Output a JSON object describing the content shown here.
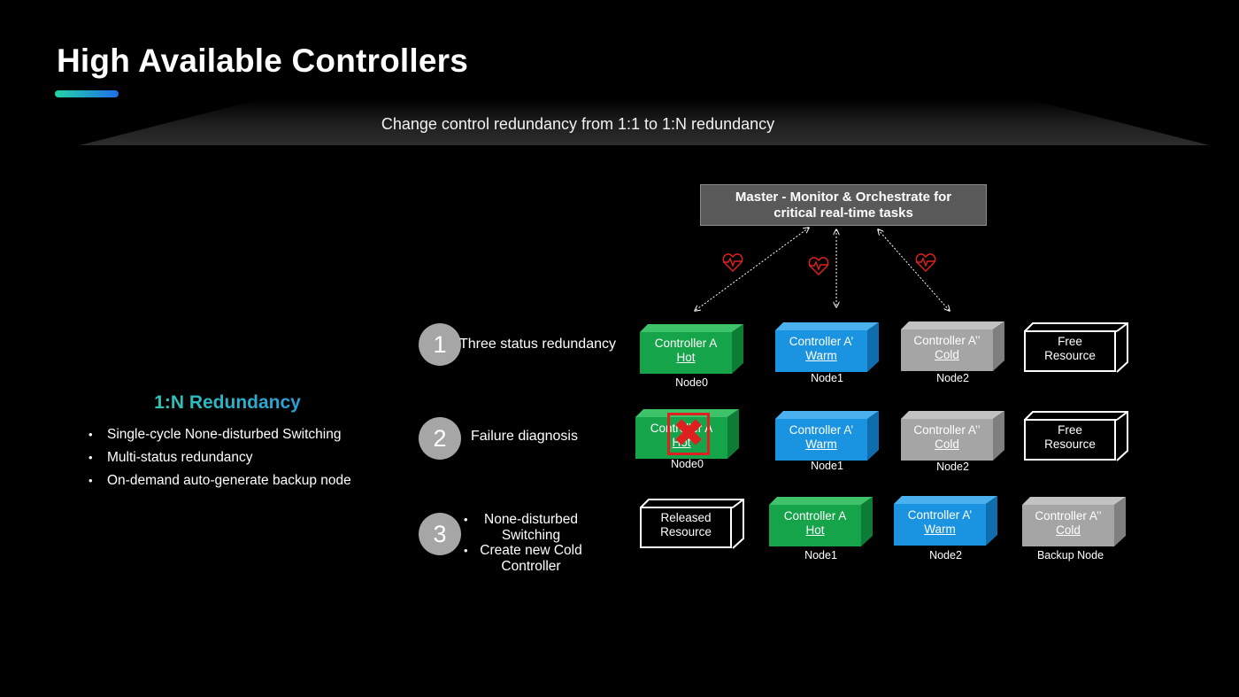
{
  "slide": {
    "title": "High Available Controllers",
    "subtitle": "Change control redundancy from 1:1 to 1:N redundancy"
  },
  "left_panel": {
    "heading": "1:N Redundancy",
    "bullets": [
      "Single-cycle None-disturbed Switching",
      "Multi-status redundancy",
      "On-demand auto-generate backup node"
    ]
  },
  "master": {
    "line1": "Master - Monitor & Orchestrate for",
    "line2": "critical real-time tasks"
  },
  "steps": [
    {
      "number": "1",
      "label": "Three status redundancy"
    },
    {
      "number": "2",
      "label": "Failure diagnosis"
    },
    {
      "number": "3",
      "items": [
        "None-disturbed Switching",
        "Create new Cold Controller"
      ]
    }
  ],
  "rows": [
    {
      "boxes": [
        {
          "line1": "Controller A",
          "line2": "Hot",
          "color": "#16a44a",
          "node": "Node0"
        },
        {
          "line1": "Controller A’",
          "line2": "Warm",
          "color": "#1a93e0",
          "node": "Node1"
        },
        {
          "line1": "Controller A’’",
          "line2": "Cold",
          "color": "#a5a5a5",
          "node": "Node2"
        },
        {
          "line1": "Free",
          "line2": "Resource",
          "color": "#000000",
          "node": ""
        }
      ]
    },
    {
      "boxes": [
        {
          "line1": "Controller A",
          "line2": "Hot",
          "color": "#16a44a",
          "node": "Node0"
        },
        {
          "line1": "Controller A’",
          "line2": "Warm",
          "color": "#1a93e0",
          "node": "Node1"
        },
        {
          "line1": "Controller A’’",
          "line2": "Cold",
          "color": "#a5a5a5",
          "node": "Node2"
        },
        {
          "line1": "Free",
          "line2": "Resource",
          "color": "#000000",
          "node": ""
        }
      ]
    },
    {
      "boxes": [
        {
          "line1": "Released",
          "line2": "Resource",
          "color": "#000000",
          "node": ""
        },
        {
          "line1": "Controller A",
          "line2": "Hot",
          "color": "#16a44a",
          "node": "Node1"
        },
        {
          "line1": "Controller A’",
          "line2": "Warm",
          "color": "#1a93e0",
          "node": "Node2"
        },
        {
          "line1": "Controller A’’",
          "line2": "Cold",
          "color": "#a5a5a5",
          "node": "Backup Node"
        }
      ]
    }
  ],
  "failure_mark": "✖",
  "colors": {
    "hot": "#16a44a",
    "warm": "#1a93e0",
    "cold": "#a5a5a5",
    "master": "#595959",
    "heartbeat": "#e02020",
    "accent_gradient": [
      "#23d3a5",
      "#1e6fe8"
    ]
  },
  "icons": [
    "heartbeat-icon",
    "failure-x-icon"
  ]
}
